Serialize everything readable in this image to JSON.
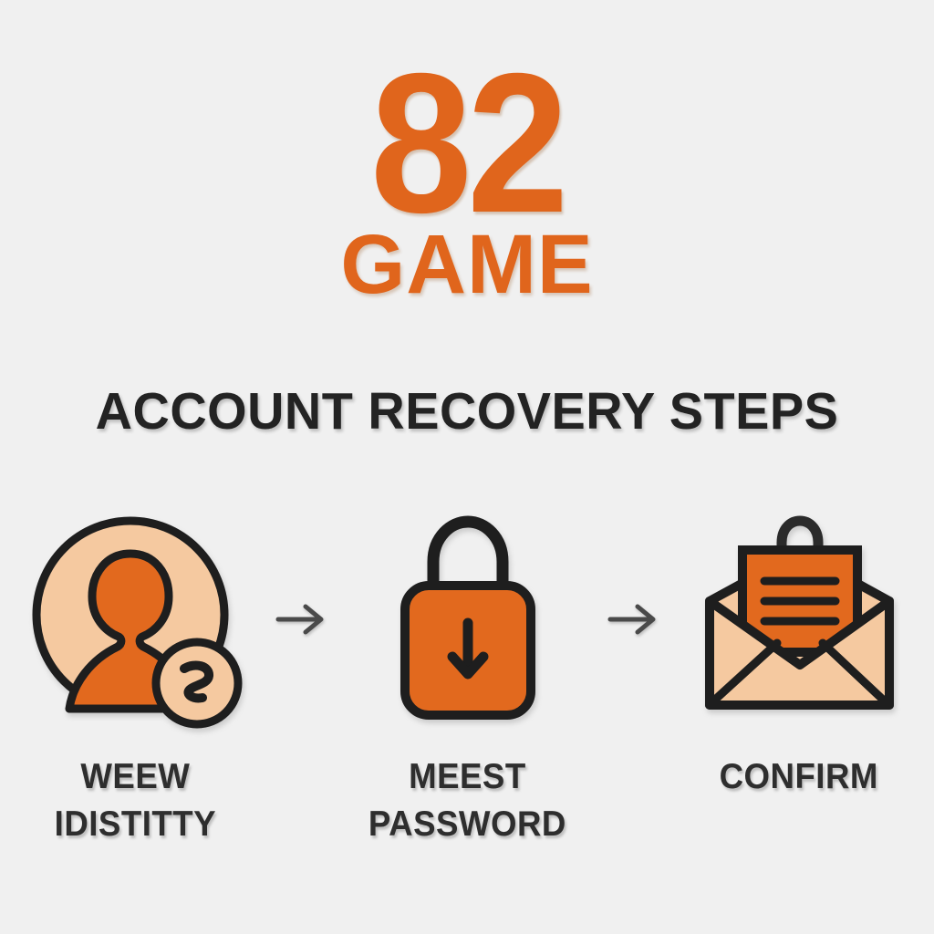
{
  "brand": {
    "number": "82",
    "word": "GAME",
    "color": "#e0651c"
  },
  "heading": {
    "title": "ACCOUNT RECOVERY STEPS",
    "color": "#232323"
  },
  "background_color": "#f0f0f0",
  "outline_color": "#1e1e1e",
  "peach_color": "#f5c9a0",
  "orange_color": "#e2691e",
  "arrow_color": "#4a4a4a",
  "steps": [
    {
      "icon": "user-avatar-icon",
      "badge_icon": "squiggle-badge-icon",
      "label_line1": "WEEW",
      "label_line2": "IDISTITTY"
    },
    {
      "icon": "padlock-down-arrow-icon",
      "label_line1": "MEEST",
      "label_line2": "PASSWORD"
    },
    {
      "icon": "open-envelope-letter-icon",
      "label_line1": "CONFIRM",
      "label_line2": ""
    }
  ],
  "arrows": [
    {
      "icon": "arrow-right-icon"
    },
    {
      "icon": "arrow-right-icon"
    }
  ]
}
